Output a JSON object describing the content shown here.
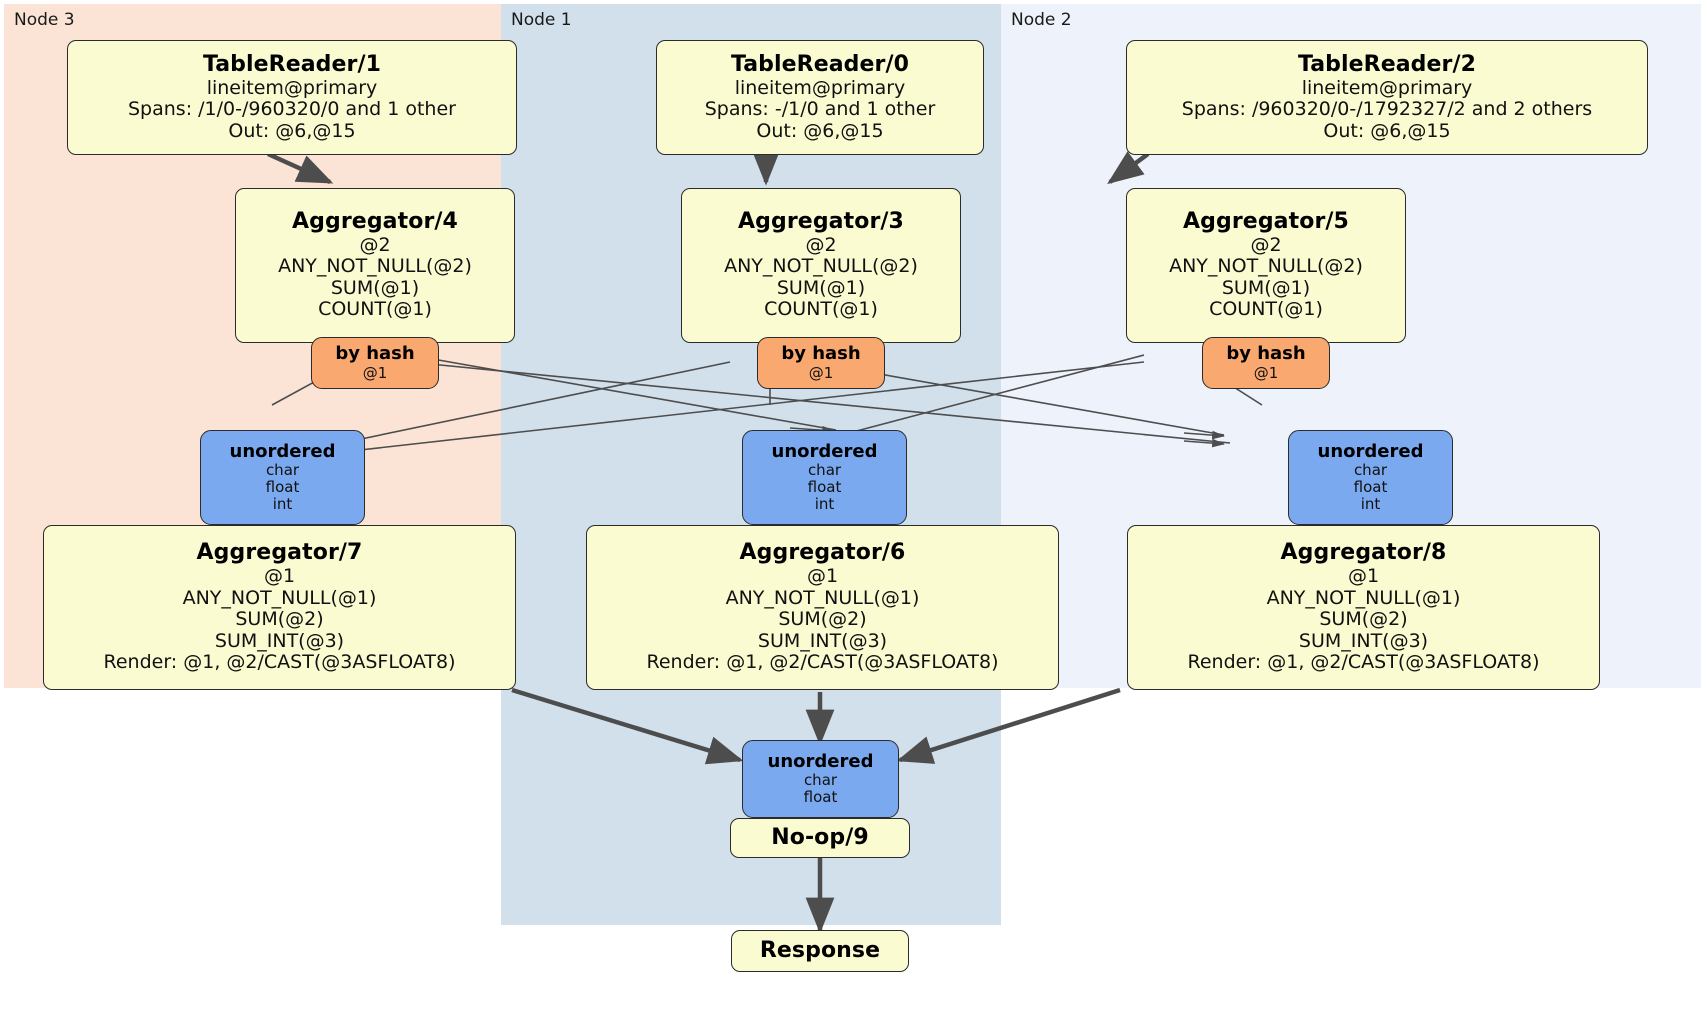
{
  "diagram": {
    "title": "Distributed SQL execution plan",
    "colors": {
      "node3_panel": "#fbe4d5",
      "node1_panel": "#d2e0ec",
      "node2_panel": "#edf2fb",
      "processor_fill": "#fbfbd1",
      "router_fill": "#f9a870",
      "synchronizer_fill": "#7aa9f0",
      "stroke": "#2b2b2b",
      "edge": "#4d4d4d"
    }
  },
  "panels": [
    {
      "key": "node3",
      "label": "Node 3"
    },
    {
      "key": "node1",
      "label": "Node 1"
    },
    {
      "key": "node2",
      "label": "Node 2"
    }
  ],
  "boxes": {
    "tablereader1": {
      "title": "TableReader/1",
      "lines": [
        "lineitem@primary",
        "Spans: /1/0-/960320/0 and 1 other",
        "Out: @6,@15"
      ]
    },
    "tablereader0": {
      "title": "TableReader/0",
      "lines": [
        "lineitem@primary",
        "Spans: -/1/0 and 1 other",
        "Out: @6,@15"
      ]
    },
    "tablereader2": {
      "title": "TableReader/2",
      "lines": [
        "lineitem@primary",
        "Spans: /960320/0-/1792327/2 and 2 others",
        "Out: @6,@15"
      ]
    },
    "aggregator4": {
      "title": "Aggregator/4",
      "lines": [
        "@2",
        "ANY_NOT_NULL(@2)",
        "SUM(@1)",
        "COUNT(@1)"
      ]
    },
    "aggregator3": {
      "title": "Aggregator/3",
      "lines": [
        "@2",
        "ANY_NOT_NULL(@2)",
        "SUM(@1)",
        "COUNT(@1)"
      ]
    },
    "aggregator5": {
      "title": "Aggregator/5",
      "lines": [
        "@2",
        "ANY_NOT_NULL(@2)",
        "SUM(@1)",
        "COUNT(@1)"
      ]
    },
    "byhash_left": {
      "title": "by hash",
      "lines": [
        "@1"
      ]
    },
    "byhash_mid": {
      "title": "by hash",
      "lines": [
        "@1"
      ]
    },
    "byhash_right": {
      "title": "by hash",
      "lines": [
        "@1"
      ]
    },
    "unordered_left": {
      "title": "unordered",
      "lines": [
        "char",
        "float",
        "int"
      ]
    },
    "unordered_mid": {
      "title": "unordered",
      "lines": [
        "char",
        "float",
        "int"
      ]
    },
    "unordered_right": {
      "title": "unordered",
      "lines": [
        "char",
        "float",
        "int"
      ]
    },
    "aggregator7": {
      "title": "Aggregator/7",
      "lines": [
        "@1",
        "ANY_NOT_NULL(@1)",
        "SUM(@2)",
        "SUM_INT(@3)",
        "Render: @1, @2/CAST(@3ASFLOAT8)"
      ]
    },
    "aggregator6": {
      "title": "Aggregator/6",
      "lines": [
        "@1",
        "ANY_NOT_NULL(@1)",
        "SUM(@2)",
        "SUM_INT(@3)",
        "Render: @1, @2/CAST(@3ASFLOAT8)"
      ]
    },
    "aggregator8": {
      "title": "Aggregator/8",
      "lines": [
        "@1",
        "ANY_NOT_NULL(@1)",
        "SUM(@2)",
        "SUM_INT(@3)",
        "Render: @1, @2/CAST(@3ASFLOAT8)"
      ]
    },
    "unordered_final": {
      "title": "unordered",
      "lines": [
        "char",
        "float"
      ]
    },
    "noop9": {
      "title": "No-op/9"
    },
    "response": {
      "title": "Response"
    }
  }
}
